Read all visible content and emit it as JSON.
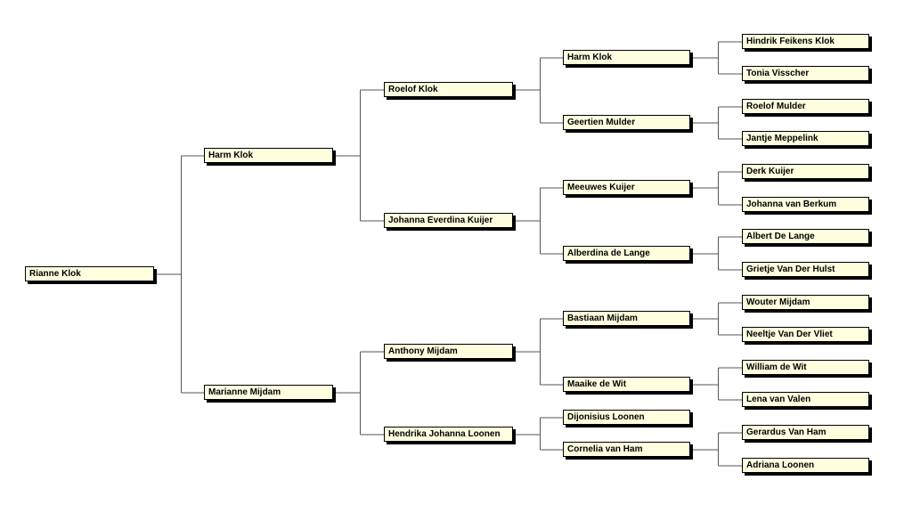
{
  "colors": {
    "box_fill": "#ffffe0",
    "box_border": "#000000",
    "line": "#555555",
    "background": "#ffffff"
  },
  "people": [
    {
      "id": "rianne",
      "name": "Rianne Klok"
    },
    {
      "id": "harm1",
      "name": "Harm Klok"
    },
    {
      "id": "marianne",
      "name": "Marianne Mijdam"
    },
    {
      "id": "roelof1",
      "name": "Roelof Klok"
    },
    {
      "id": "johanna_e",
      "name": "Johanna Everdina Kuijer"
    },
    {
      "id": "anthony",
      "name": "Anthony Mijdam"
    },
    {
      "id": "hendrika",
      "name": "Hendrika Johanna Loonen"
    },
    {
      "id": "harm2",
      "name": "Harm Klok"
    },
    {
      "id": "geertien",
      "name": "Geertien Mulder"
    },
    {
      "id": "meeuwes",
      "name": "Meeuwes Kuijer"
    },
    {
      "id": "alberdina",
      "name": "Alberdina de Lange"
    },
    {
      "id": "bastiaan",
      "name": "Bastiaan Mijdam"
    },
    {
      "id": "maaike",
      "name": "Maaike de Wit"
    },
    {
      "id": "dijonisius",
      "name": "Dijonisius Loonen"
    },
    {
      "id": "cornelia",
      "name": "Cornelia van Ham"
    },
    {
      "id": "hindrik",
      "name": "Hindrik Feikens Klok"
    },
    {
      "id": "tonia",
      "name": "Tonia Visscher"
    },
    {
      "id": "roelof2",
      "name": "Roelof Mulder"
    },
    {
      "id": "jantje",
      "name": "Jantje Meppelink"
    },
    {
      "id": "derk",
      "name": "Derk Kuijer"
    },
    {
      "id": "johanna_b",
      "name": "Johanna van Berkum"
    },
    {
      "id": "albert",
      "name": "Albert De Lange"
    },
    {
      "id": "grietje",
      "name": "Grietje Van Der Hulst"
    },
    {
      "id": "wouter",
      "name": "Wouter Mijdam"
    },
    {
      "id": "neeltje",
      "name": "Neeltje Van Der Vliet"
    },
    {
      "id": "william",
      "name": "William de Wit"
    },
    {
      "id": "lena",
      "name": "Lena van Valen"
    },
    {
      "id": "gerardus",
      "name": "Gerardus Van Ham"
    },
    {
      "id": "adriana",
      "name": "Adriana Loonen"
    }
  ],
  "edges": [
    [
      "rianne",
      "harm1"
    ],
    [
      "rianne",
      "marianne"
    ],
    [
      "harm1",
      "roelof1"
    ],
    [
      "harm1",
      "johanna_e"
    ],
    [
      "marianne",
      "anthony"
    ],
    [
      "marianne",
      "hendrika"
    ],
    [
      "roelof1",
      "harm2"
    ],
    [
      "roelof1",
      "geertien"
    ],
    [
      "johanna_e",
      "meeuwes"
    ],
    [
      "johanna_e",
      "alberdina"
    ],
    [
      "anthony",
      "bastiaan"
    ],
    [
      "anthony",
      "maaike"
    ],
    [
      "hendrika",
      "dijonisius"
    ],
    [
      "hendrika",
      "cornelia"
    ],
    [
      "harm2",
      "hindrik"
    ],
    [
      "harm2",
      "tonia"
    ],
    [
      "geertien",
      "roelof2"
    ],
    [
      "geertien",
      "jantje"
    ],
    [
      "meeuwes",
      "derk"
    ],
    [
      "meeuwes",
      "johanna_b"
    ],
    [
      "alberdina",
      "albert"
    ],
    [
      "alberdina",
      "grietje"
    ],
    [
      "bastiaan",
      "wouter"
    ],
    [
      "bastiaan",
      "neeltje"
    ],
    [
      "maaike",
      "william"
    ],
    [
      "maaike",
      "lena"
    ],
    [
      "cornelia",
      "gerardus"
    ],
    [
      "cornelia",
      "adriana"
    ]
  ]
}
